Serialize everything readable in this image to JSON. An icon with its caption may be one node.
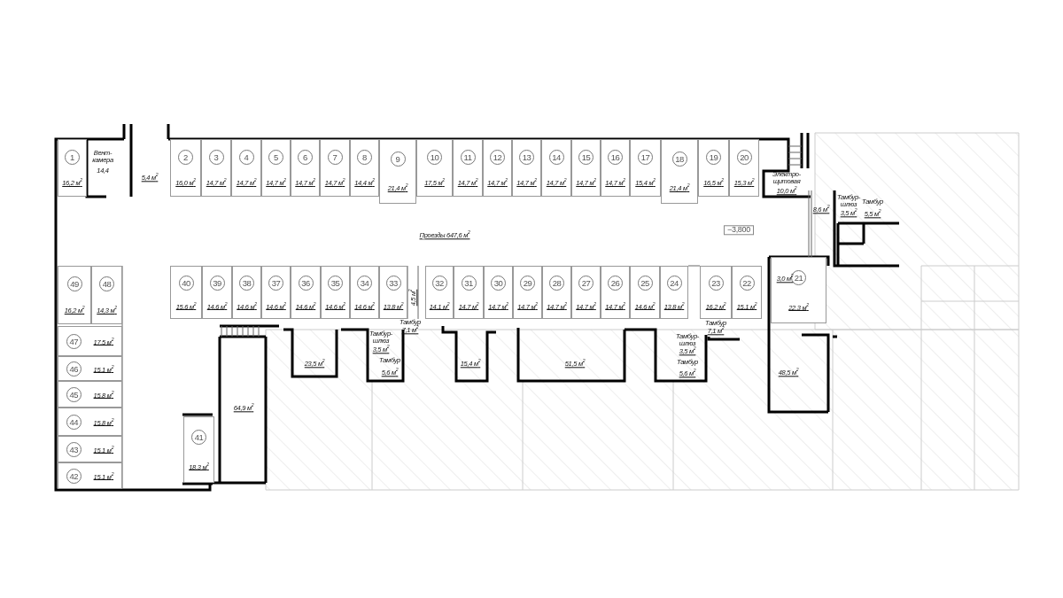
{
  "diagram": {
    "nodes": [
      {
        "text": [
          "1",
          "16,2 м$^{2}$"
        ]
      },
      {
        "text": [
          "2",
          "16,0 м$^{2}$"
        ]
      },
      {
        "text": [
          "3",
          "14,7 м$^{2}$"
        ]
      },
      {
        "text": [
          "4",
          "14,7 м$^{2}$"
        ]
      },
      {
        "text": [
          "5",
          "14,7 м$^{2}$"
        ]
      },
      {
        "text": [
          "6",
          "14,7 м$^{2}$"
        ]
      },
      {
        "text": [
          "7",
          "14,7 м$^{2}$"
        ]
      },
      {
        "text": [
          "8",
          "14,4 м$^{2}$"
        ]
      },
      {
        "text": [
          "9",
          "21,4 м$^{2}$"
        ]
      },
      {
        "text": [
          "10",
          "17,5 м$^{2}$"
        ]
      },
      {
        "text": [
          "11",
          "14,7 м$^{2}$"
        ]
      },
      {
        "text": [
          "12",
          "14,7 м$^{2}$"
        ]
      },
      {
        "text": [
          "13",
          "14,7 м$^{2}$"
        ]
      },
      {
        "text": [
          "14",
          "14,7 м$^{2}$"
        ]
      },
      {
        "text": [
          "15",
          "14,7 м$^{2}$"
        ]
      },
      {
        "text": [
          "16",
          "14,7 м$^{2}$"
        ]
      },
      {
        "text": [
          "17",
          "15,4 м$^{2}$"
        ]
      },
      {
        "text": [
          "18",
          "21,4 м$^{2}$"
        ]
      },
      {
        "text": [
          "19",
          "16,5 м$^{2}$"
        ]
      },
      {
        "text": [
          "20",
          "15,3 м$^{2}$"
        ]
      },
      {
        "text": [
          "21",
          "22,3 м$^{2}$"
        ]
      },
      {
        "text": [
          "22",
          "15,1 м$^{2}$"
        ]
      },
      {
        "text": [
          "23",
          "16,2 м$^{2}$"
        ]
      },
      {
        "text": [
          "24",
          "13,8 м$^{2}$"
        ]
      },
      {
        "text": [
          "25",
          "14,6 м$^{2}$"
        ]
      },
      {
        "text": [
          "26",
          "14,7 м$^{2}$"
        ]
      },
      {
        "text": [
          "27",
          "14,7 м$^{2}$"
        ]
      },
      {
        "text": [
          "28",
          "14,7 м$^{2}$"
        ]
      },
      {
        "text": [
          "29",
          "14,7 м$^{2}$"
        ]
      },
      {
        "text": [
          "30",
          "14,7 м$^{2}$"
        ]
      },
      {
        "text": [
          "31",
          "14,7 м$^{2}$"
        ]
      },
      {
        "text": [
          "32",
          "14,1 м$^{2}$"
        ]
      },
      {
        "text": [
          "33",
          "13,8 м$^{2}$"
        ]
      },
      {
        "text": [
          "34",
          "14,6 м$^{2}$"
        ]
      },
      {
        "text": [
          "35",
          "14,6 м$^{2}$"
        ]
      },
      {
        "text": [
          "36",
          "14,6 м$^{2}$"
        ]
      },
      {
        "text": [
          "37",
          "14,6 м$^{2}$"
        ]
      },
      {
        "text": [
          "38",
          "14,6 м$^{2}$"
        ]
      },
      {
        "text": [
          "39",
          "14,6 м$^{2}$"
        ]
      },
      {
        "text": [
          "40",
          "15,6 м$^{2}$"
        ]
      },
      {
        "text": [
          "41",
          "18,3 м$^{2}$"
        ]
      },
      {
        "text": [
          "42",
          "15,1 м$^{2}$"
        ]
      },
      {
        "text": [
          "43",
          "15,1 м$^{2}$"
        ]
      },
      {
        "text": [
          "44",
          "15,8 м$^{2}$"
        ]
      },
      {
        "text": [
          "45",
          "15,8 м$^{2}$"
        ]
      },
      {
        "text": [
          "46",
          "15,1 м$^{2}$"
        ]
      },
      {
        "text": [
          "47",
          "17,5 м$^{2}$"
        ]
      },
      {
        "text": [
          "48",
          "14,3 м$^{2}$"
        ]
      },
      {
        "text": [
          "49",
          "16,2 м$^{2}$"
        ]
      }
    ],
    "labels": [
      "Вент- камера",
      "14,4",
      "5,4 м$^{2}$",
      "Электро- щитовая",
      "10,0 м$^{2}$",
      "8,6 м$^{2}$",
      "Тамбур- шлюз",
      "3,5 м$^{2}$",
      "Тамбур",
      "5,5 м$^{2}$",
      "Проезды 647,6 м$^{2}$",
      "−3,800",
      "3,0 м$^{2}$",
      "4,5 м$^{2}$",
      "Тамбур",
      "7,1 м$^{2}$",
      "Тамбур- шлюз",
      "3,5 м$^{2}$",
      "Тамбур",
      "5,6 м$^{2}$",
      "23,5 м$^{2}$",
      "15,4 м$^{2}$",
      "51,5 м$^{2}$",
      "Тамбур- шлюз",
      "3,5 м$^{2}$",
      "Тамбур",
      "5,6 м$^{2}$",
      "Тамбур",
      "7,1 м$^{2}$",
      "48,5 м$^{2}$",
      "64,9 м$^{2}$"
    ]
  }
}
